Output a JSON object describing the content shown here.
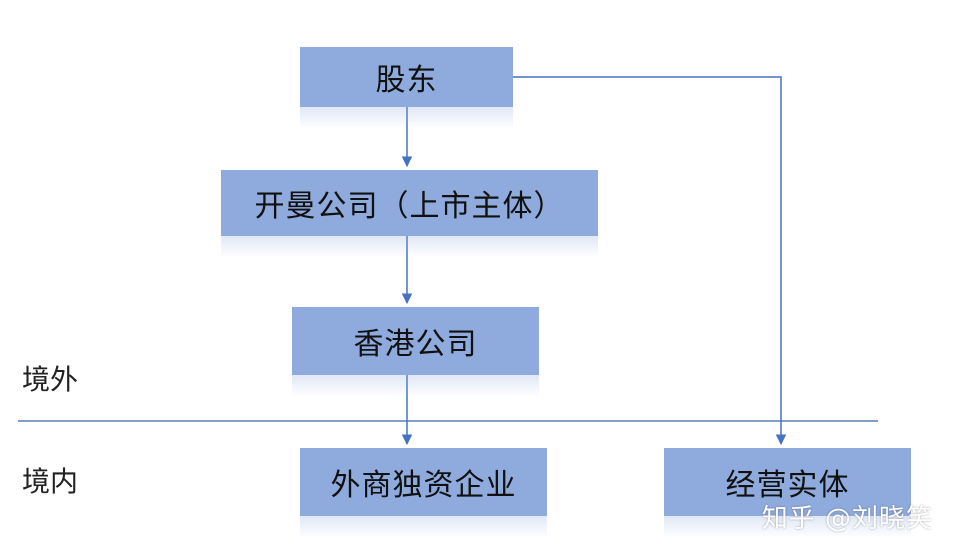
{
  "diagram": {
    "nodes": {
      "shareholder": "股东",
      "kaiman": "开曼公司（上市主体）",
      "hk": "香港公司",
      "wfoe": "外商独资企业",
      "entity": "经营实体"
    },
    "regions": {
      "offshore": "境外",
      "onshore": "境内"
    },
    "edges": [
      {
        "from": "shareholder",
        "to": "kaiman"
      },
      {
        "from": "kaiman",
        "to": "hk"
      },
      {
        "from": "hk",
        "to": "wfoe"
      },
      {
        "from": "shareholder",
        "to": "entity"
      }
    ],
    "colors": {
      "box_fill": "#8faadc",
      "line": "#4472c4",
      "divider": "#5b7fb8"
    }
  },
  "watermark": "知乎 @刘晓笑"
}
